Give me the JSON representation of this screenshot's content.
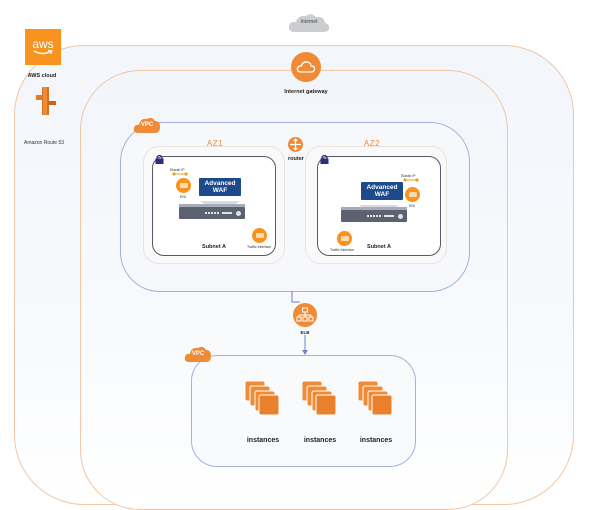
{
  "diagram": {
    "internet": {
      "label": "Internet",
      "color": "#c9cbcf"
    },
    "aws_cloud": {
      "label": "AWS cloud",
      "logo_text": "aws",
      "brand_color": "#f7931e",
      "border_color": "#f2c7a5"
    },
    "route53": {
      "label": "Amazon Route 53"
    },
    "internet_gateway": {
      "label": "Internet gateway",
      "color": "#f08a35"
    },
    "vpc_top": {
      "badge": "VPC",
      "border_color": "#9fb4da",
      "router": {
        "label": "router"
      },
      "azs": [
        {
          "title": "AZ1",
          "subnet_label": "Subnet A",
          "elastic_ip_label": "Elastic IP",
          "waf_line1": "Advanced",
          "waf_line2": "WAF",
          "eni_top_label": "ENI",
          "eni_bottom_label": "Traffic Interface"
        },
        {
          "title": "AZ2",
          "subnet_label": "Subnet A",
          "elastic_ip_label": "Elastic IP",
          "waf_line1": "Advanced",
          "waf_line2": "WAF",
          "eni_top_label": "ENI",
          "eni_bottom_label": "Traffic Interface"
        }
      ]
    },
    "elb": {
      "label": "ELB"
    },
    "vpc_bottom": {
      "badge": "VPC",
      "instances": [
        {
          "label": "instances"
        },
        {
          "label": "instances"
        },
        {
          "label": "instances"
        }
      ]
    },
    "colors": {
      "orange": "#f7931e",
      "navy": "#1c4a8a",
      "lock": "#2b2f7a",
      "line": "#6b85c2"
    }
  }
}
